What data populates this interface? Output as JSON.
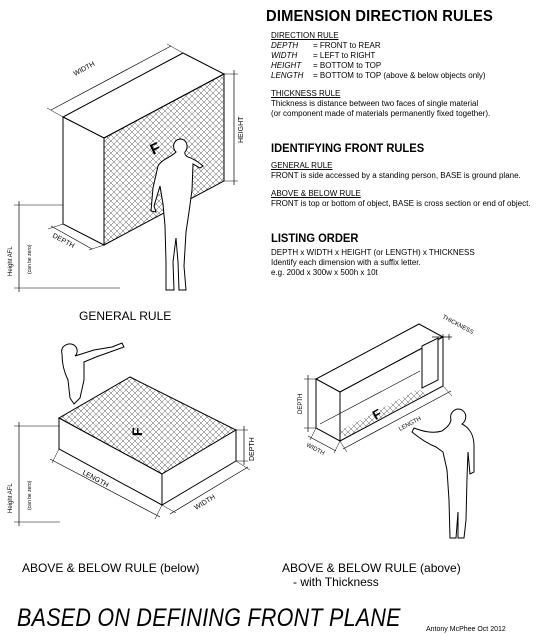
{
  "title": "DIMENSION DIRECTION RULES",
  "direction_rule": {
    "heading": "DIRECTION RULE",
    "rows": [
      {
        "key": "DEPTH",
        "value": "= FRONT to REAR"
      },
      {
        "key": "WIDTH",
        "value": "= LEFT to RIGHT"
      },
      {
        "key": "HEIGHT",
        "value": "= BOTTOM to TOP"
      },
      {
        "key": "LENGTH",
        "value": "= BOTTOM to TOP (above & below objects only)"
      }
    ]
  },
  "thickness_rule": {
    "heading": "THICKNESS RULE",
    "lines": [
      "Thickness is distance between two faces of single material",
      "(or component made of materials permanently fixed together)."
    ]
  },
  "identifying": {
    "title": "IDENTIFYING FRONT RULES",
    "general_heading": "GENERAL RULE",
    "general_text": "FRONT is side accessed by a standing person, BASE is ground plane.",
    "above_heading": "ABOVE & BELOW RULE",
    "above_text": "FRONT is top or bottom of object, BASE is cross section or end  of object."
  },
  "listing": {
    "title": "LISTING ORDER",
    "lines": [
      "DEPTH x WIDTH x HEIGHT (or LENGTH) x THICKNESS",
      "Identify each dimension with a suffix letter.",
      "e.g. 200d x 300w x 500h x 10t"
    ]
  },
  "diagram1": {
    "width_label": "WIDTH",
    "height_label": "HEIGHT",
    "depth_label": "DEPTH",
    "afl_label": "Height AFL",
    "afl_note": "(can be zero)",
    "front_mark": "F",
    "caption": "GENERAL RULE"
  },
  "diagram2": {
    "length_label": "LENGTH",
    "width_label": "WIDTH",
    "depth_label": "DEPTH",
    "afl_label": "Height AFL",
    "afl_note": "(can be zero)",
    "front_mark": "F",
    "caption": "ABOVE & BELOW RULE (below)"
  },
  "diagram3": {
    "thickness_label": "THICKNESS",
    "length_label": "LENGTH",
    "width_label": "WIDTH",
    "depth_label": "DEPTH",
    "front_mark": "F",
    "caption": "ABOVE & BELOW RULE (above)",
    "caption_sub": "- with Thickness"
  },
  "footer": {
    "title": "BASED ON DEFINING FRONT PLANE",
    "credit": "Antony McPhee  Oct 2012"
  }
}
